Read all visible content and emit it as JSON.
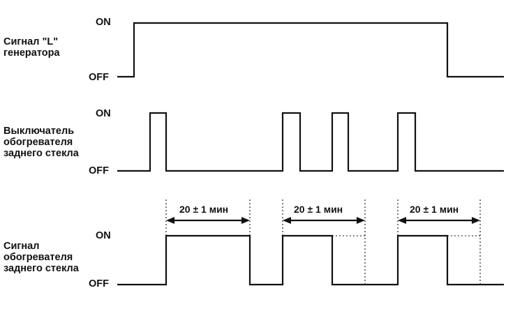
{
  "levels": {
    "on": "ON",
    "off": "OFF"
  },
  "signals": [
    {
      "id": "generator_L",
      "label_lines": [
        "Сигнал \"L\"",
        "генератора"
      ],
      "transitions": [
        [
          0,
          "OFF"
        ],
        [
          1,
          "ON"
        ],
        [
          2,
          "OFF"
        ]
      ]
    },
    {
      "id": "defogger_switch",
      "label_lines": [
        "Выключатель",
        "обогревателя",
        "заднего стекла"
      ],
      "transitions": [
        [
          0,
          "OFF"
        ],
        [
          1,
          "ON"
        ],
        [
          2,
          "OFF"
        ],
        [
          3,
          "ON"
        ],
        [
          4,
          "OFF"
        ],
        [
          5,
          "ON"
        ],
        [
          6,
          "OFF"
        ],
        [
          7,
          "ON"
        ],
        [
          8,
          "OFF"
        ]
      ]
    },
    {
      "id": "defogger_signal",
      "label_lines": [
        "Сигнал",
        "обогревателя",
        "заднего стекла"
      ],
      "transitions": [
        [
          0,
          "OFF"
        ],
        [
          1,
          "ON"
        ],
        [
          2,
          "OFF"
        ],
        [
          3,
          "ON"
        ],
        [
          4,
          "OFF"
        ],
        [
          5,
          "ON"
        ],
        [
          6,
          "OFF"
        ]
      ]
    }
  ],
  "durations": [
    {
      "text": "20 ± 1 мин"
    },
    {
      "text": "20 ± 1 мин"
    },
    {
      "text": "20 ± 1 мин"
    }
  ],
  "colors": {
    "line": "#111111",
    "background": "#ffffff"
  }
}
